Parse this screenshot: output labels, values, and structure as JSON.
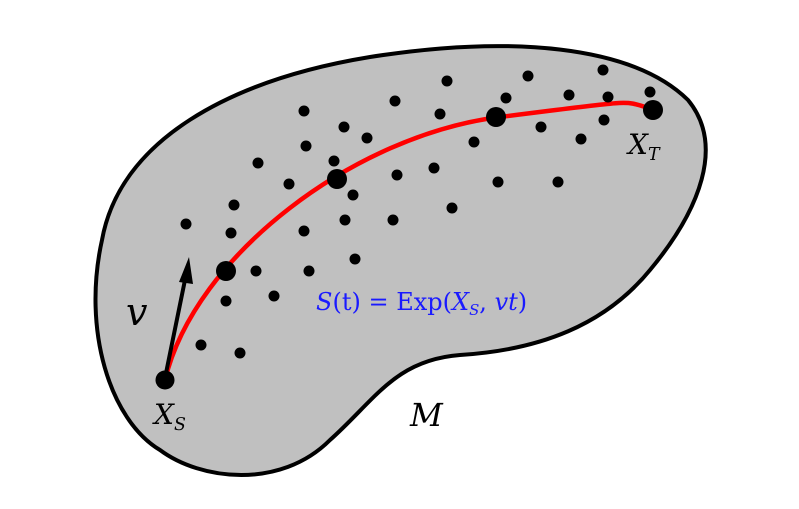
{
  "labels": {
    "start_point_main": "X",
    "start_point_sub": "S",
    "target_point_main": "X",
    "target_point_sub": "T",
    "manifold": "M",
    "velocity": "v",
    "equation": {
      "lhs_func": "S",
      "lhs_arg": "(t) = ",
      "exp": "Exp",
      "open_paren": "(",
      "arg1_main": "X",
      "arg1_sub": "S",
      "comma": ", ",
      "arg2": "vt",
      "close_paren": ")"
    }
  },
  "colors": {
    "manifold_fill": "#c0c0c0",
    "manifold_stroke": "#000000",
    "geodesic": "#ff0000",
    "equation_text": "#1a1aff",
    "points": "#000000"
  }
}
